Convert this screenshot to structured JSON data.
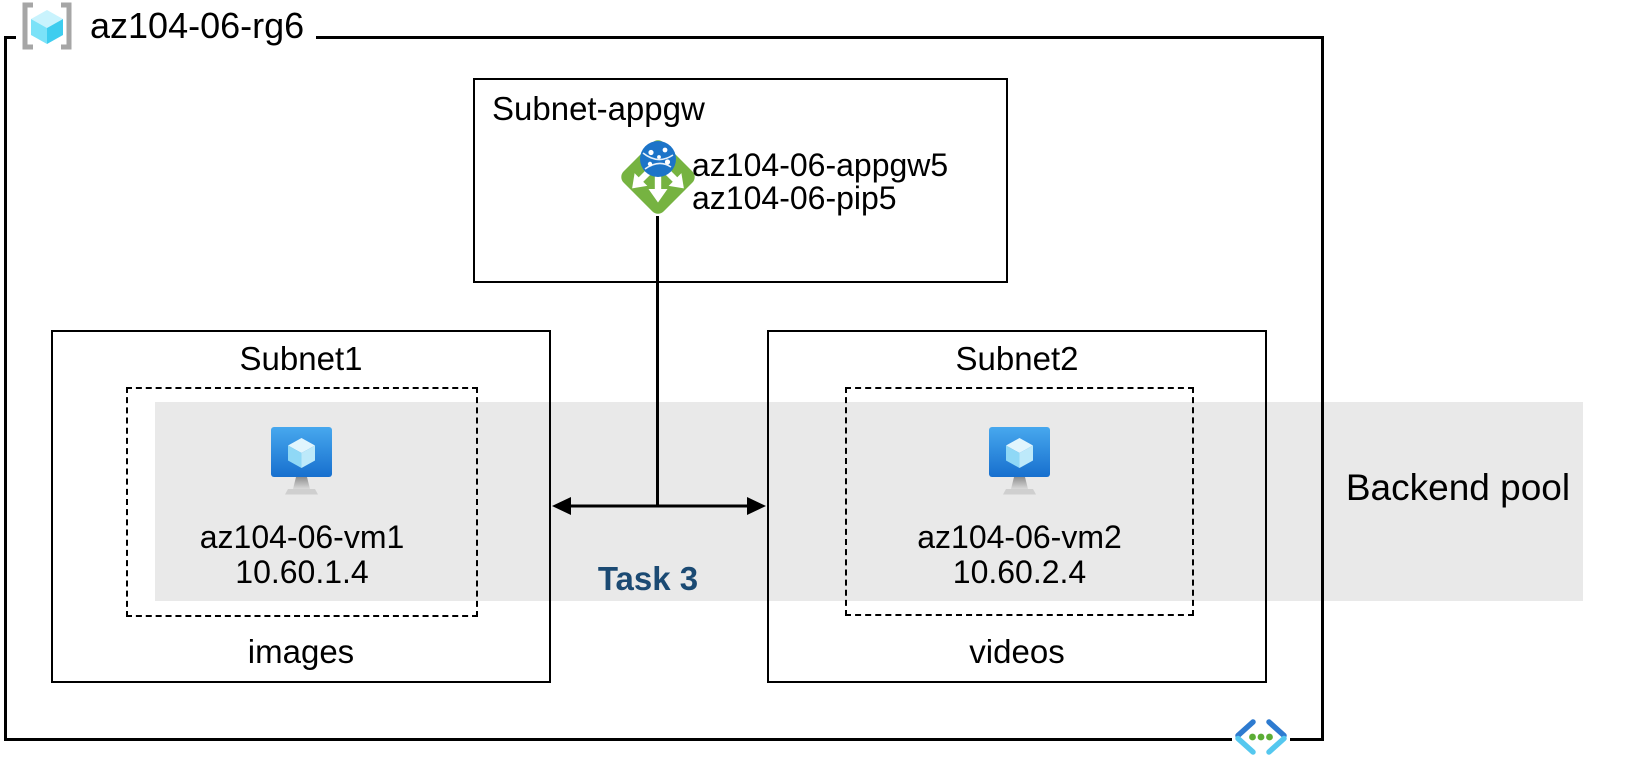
{
  "resource_group": {
    "name": "az104-06-rg6"
  },
  "appgw_subnet": {
    "title": "Subnet-appgw",
    "appgw_name": "az104-06-appgw5",
    "pip_name": "az104-06-pip5"
  },
  "subnet1": {
    "title": "Subnet1",
    "vm_name": "az104-06-vm1",
    "vm_ip": "10.60.1.4",
    "caption": "images"
  },
  "subnet2": {
    "title": "Subnet2",
    "vm_name": "az104-06-vm2",
    "vm_ip": "10.60.2.4",
    "caption": "videos"
  },
  "backend_pool": {
    "label": "Backend pool"
  },
  "task": {
    "label": "Task 3"
  },
  "icons": {
    "resource_group": "resource-group-brackets-cube",
    "application_gateway": "green-diamond-globe-arrows",
    "virtual_machine": "blue-monitor-cube",
    "virtual_network": "angle-brackets-dots"
  },
  "colors": {
    "task_label": "#1B4A73",
    "backend_band": "#E9E9E9",
    "appgw_green": "#76B341",
    "globe_blue": "#1C74C8",
    "vm_screen_blue": "#2186D8",
    "vm_cube_cyan": "#8FD8F6",
    "vnet_dark_blue": "#2E7BD0",
    "vnet_light_cyan": "#55C8EF",
    "vnet_dot_green": "#5BAD35",
    "rg_cube_cyan": "#3ECDEF",
    "bracket_gray": "#A6A6A6",
    "line_black": "#000000"
  }
}
